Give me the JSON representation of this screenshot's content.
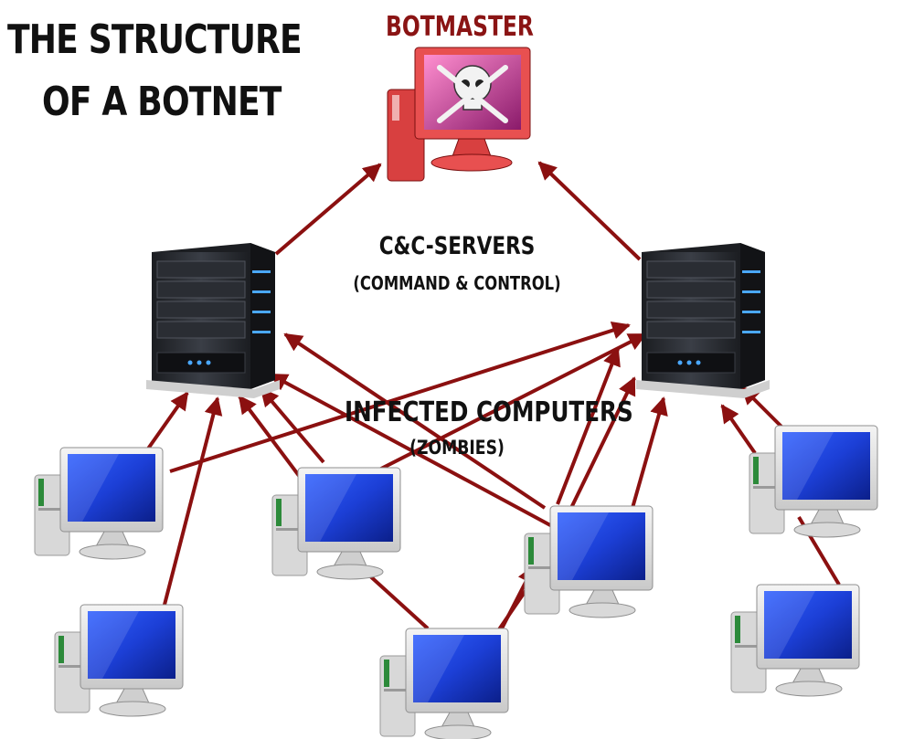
{
  "title": {
    "line1": "THE STRUCTURE",
    "line2": "OF A BOTNET"
  },
  "botmaster": {
    "label": "BOTMASTER",
    "icon": "skull-monitor-icon"
  },
  "cc_servers": {
    "label": "C&C-SERVERS",
    "sublabel": "(COMMAND & CONTROL)",
    "icon": "server-tower-icon"
  },
  "zombies": {
    "label": "INFECTED COMPUTERS",
    "sublabel": "(ZOMBIES)",
    "icon": "desktop-computer-icon"
  },
  "colors": {
    "arrow": "#8b1010",
    "botmaster_label": "#8a1414",
    "screen_blue": "#1c3fd6",
    "server_body": "#2a2d33",
    "server_led": "#4aa8ff"
  }
}
